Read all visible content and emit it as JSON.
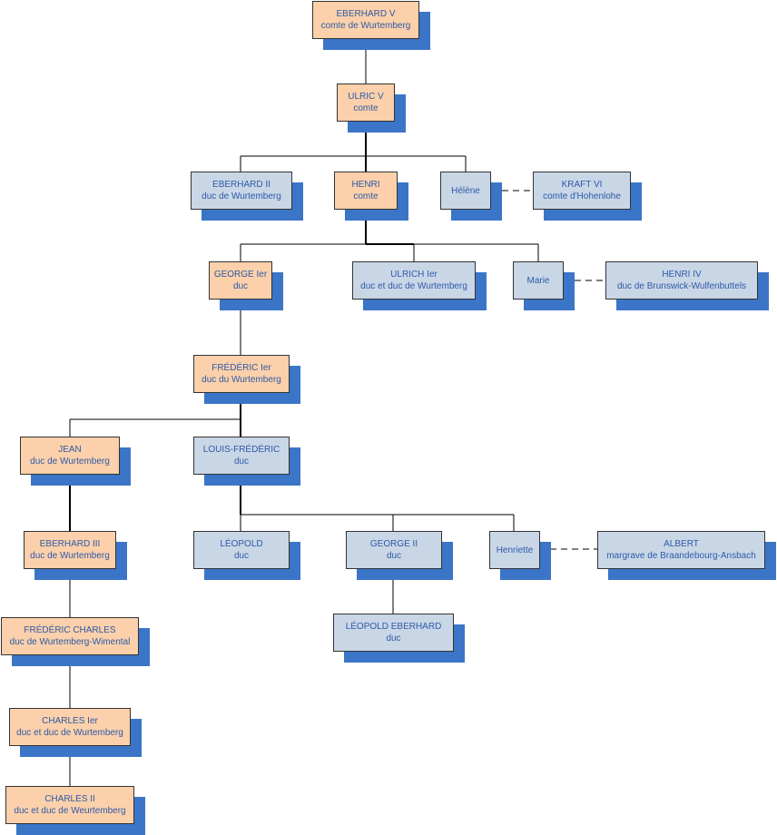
{
  "nodes": {
    "eberhard_v": {
      "name": "EBERHARD V",
      "title": "comte de Wurtemberg"
    },
    "ulric_v": {
      "name": "ULRIC V",
      "title": "comte"
    },
    "eberhard_ii": {
      "name": "EBERHARD II",
      "title": "duc de Wurtemberg"
    },
    "henri": {
      "name": "HENRI",
      "title": "comte"
    },
    "helene": {
      "name": "Hélène",
      "title": ""
    },
    "kraft_vi": {
      "name": "KRAFT VI",
      "title": "comte d'Hohenlohe"
    },
    "george_i": {
      "name": "GEORGE Ier",
      "title": "duc"
    },
    "ulrich_i": {
      "name": "ULRICH Ier",
      "title": "duc et duc de Wurtemberg"
    },
    "marie": {
      "name": "Marie",
      "title": ""
    },
    "henri_iv": {
      "name": "HENRI IV",
      "title": "duc de Brunswick-Wulfenbuttels"
    },
    "frederic_i": {
      "name": "FRÉDÉRIC Ier",
      "title": "duc du Wurtemberg"
    },
    "jean": {
      "name": "JEAN",
      "title": "duc de Wurtemberg"
    },
    "louis_frederic": {
      "name": "LOUIS-FRÉDÉRIC",
      "title": "duc"
    },
    "eberhard_iii": {
      "name": "EBERHARD III",
      "title": "duc de Wurtemberg"
    },
    "leopold": {
      "name": "LÉOPOLD",
      "title": "duc"
    },
    "george_ii": {
      "name": "GEORGE II",
      "title": "duc"
    },
    "henriette": {
      "name": "Henriette",
      "title": ""
    },
    "albert": {
      "name": "ALBERT",
      "title": "margrave de Braandebourg-Ansbach"
    },
    "frederic_charles": {
      "name": "FRÉDÉRIC CHARLES",
      "title": "duc de Wurtemberg-Wimental"
    },
    "leopold_eberhard": {
      "name": "LÉOPOLD EBERHARD",
      "title": "duc"
    },
    "charles_i": {
      "name": "CHARLES Ier",
      "title": "duc et duc de Wurtemberg"
    },
    "charles_ii": {
      "name": "CHARLES II",
      "title": "duc et duc de Weurtemberg"
    }
  },
  "colors": {
    "main_line": "#fbd0aa",
    "other": "#c9d6e6",
    "shadow": "#3b75c8",
    "text": "#2e5aa8"
  }
}
